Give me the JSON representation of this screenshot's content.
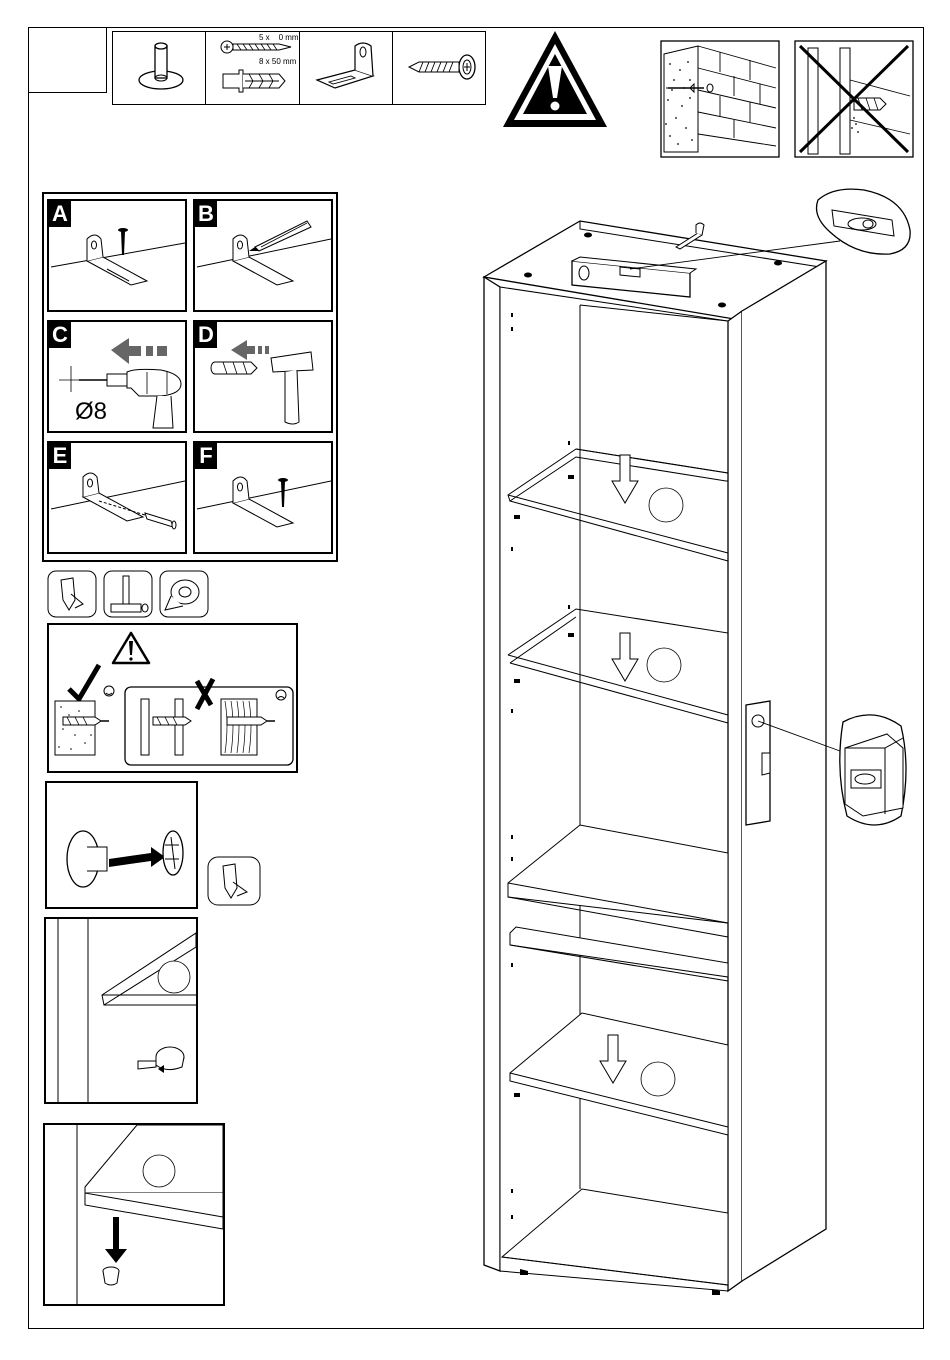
{
  "parts_strip": {
    "screw_spec": "5 x    0 mm",
    "dowel_spec": "8 x 50 mm"
  },
  "wall_steps": [
    {
      "label": "A"
    },
    {
      "label": "B"
    },
    {
      "label": "C",
      "drill_size": "Ø8"
    },
    {
      "label": "D"
    },
    {
      "label": "E"
    },
    {
      "label": "F"
    }
  ]
}
